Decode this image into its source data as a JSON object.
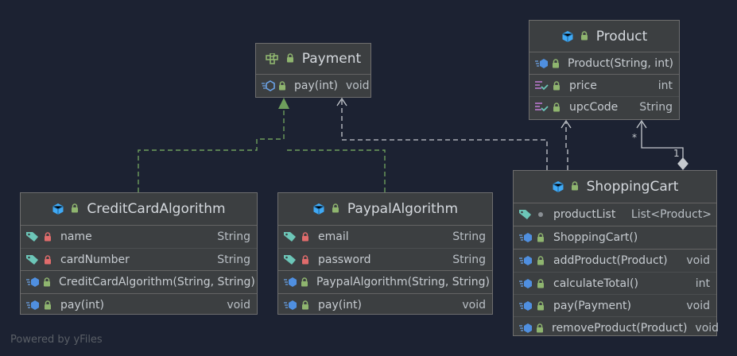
{
  "classes": {
    "payment": {
      "name": "Payment",
      "methods": [
        {
          "name": "pay(int)",
          "type": "void"
        }
      ]
    },
    "product": {
      "name": "Product",
      "constructors": [
        {
          "name": "Product(String, int)"
        }
      ],
      "fields": [
        {
          "name": "price",
          "type": "int"
        },
        {
          "name": "upcCode",
          "type": "String"
        }
      ]
    },
    "credit": {
      "name": "CreditCardAlgorithm",
      "fields": [
        {
          "name": "name",
          "type": "String"
        },
        {
          "name": "cardNumber",
          "type": "String"
        }
      ],
      "constructors": [
        {
          "name": "CreditCardAlgorithm(String, String)"
        }
      ],
      "methods": [
        {
          "name": "pay(int)",
          "type": "void"
        }
      ]
    },
    "paypal": {
      "name": "PaypalAlgorithm",
      "fields": [
        {
          "name": "email",
          "type": "String"
        },
        {
          "name": "password",
          "type": "String"
        }
      ],
      "constructors": [
        {
          "name": "PaypalAlgorithm(String, String)"
        }
      ],
      "methods": [
        {
          "name": "pay(int)",
          "type": "void"
        }
      ]
    },
    "cart": {
      "name": "ShoppingCart",
      "fields": [
        {
          "name": "productList",
          "type": "List<Product>"
        }
      ],
      "constructors": [
        {
          "name": "ShoppingCart()"
        }
      ],
      "methods": [
        {
          "name": "addProduct(Product)",
          "type": "void"
        },
        {
          "name": "calculateTotal()",
          "type": "int"
        },
        {
          "name": "pay(Payment)",
          "type": "void"
        },
        {
          "name": "removeProduct(Product)",
          "type": "void"
        }
      ]
    }
  },
  "associations": {
    "product_end": "*",
    "cart_end": "1"
  },
  "footer": {
    "watermark": "Powered by yFiles"
  },
  "colors": {
    "background": "#1c2232",
    "class_icon": "#3fa9f5",
    "lock_green": "#8fb56f",
    "lock_red": "#e06c6c",
    "field_tag": "#6cc6b8",
    "realization_line": "#6e9e5c",
    "dependency_line": "#c5c9ce"
  }
}
